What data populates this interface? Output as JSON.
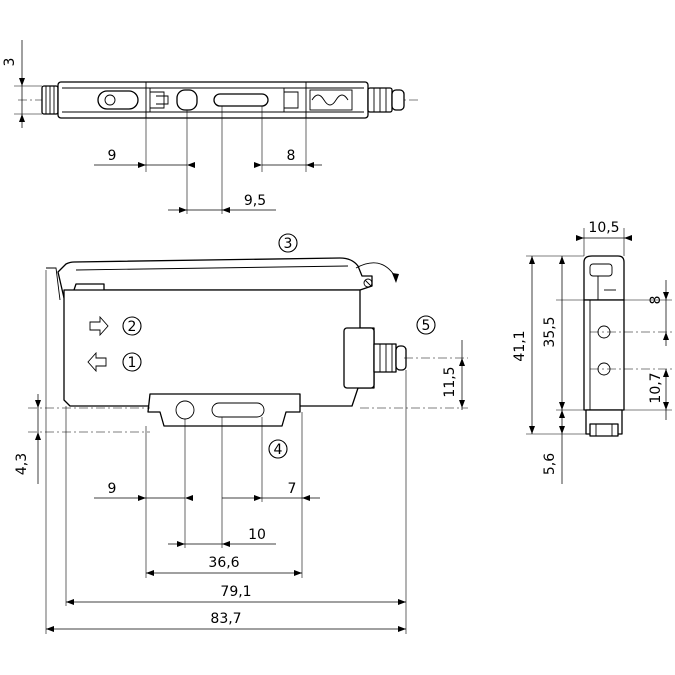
{
  "top_view": {
    "dimensions": {
      "height": "3",
      "left_gap": "9",
      "right_gap": "8",
      "slot_pitch": "9,5"
    }
  },
  "side_view": {
    "callouts": {
      "c1": "1",
      "c2": "2",
      "c3": "3",
      "c4": "4",
      "c5": "5"
    },
    "dimensions": {
      "rail_offset": "4,3",
      "connector_height": "11,5",
      "left_gap": "9",
      "right_gap": "7",
      "hole_pitch": "10",
      "clip_length": "36,6",
      "body_length": "79,1",
      "overall_length": "83,7"
    }
  },
  "end_view": {
    "dimensions": {
      "width": "10,5",
      "height_total": "41,1",
      "height_body": "35,5",
      "top_hole_offset": "8",
      "hole_pitch": "10,7",
      "connector_height": "5,6"
    }
  }
}
